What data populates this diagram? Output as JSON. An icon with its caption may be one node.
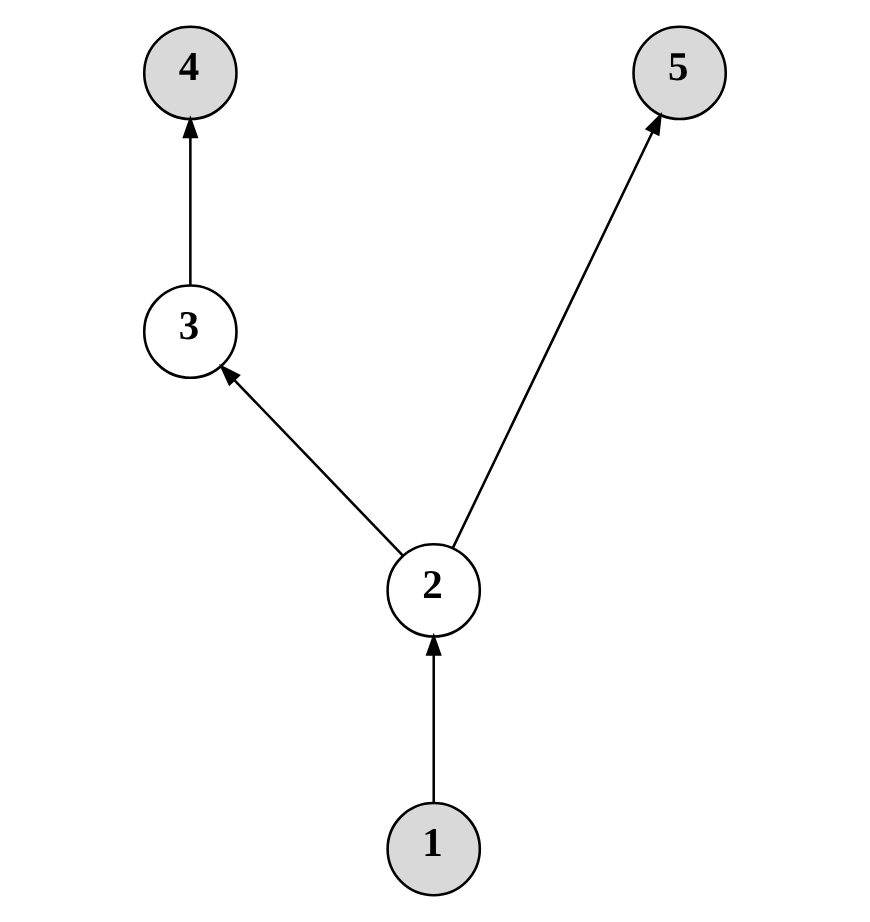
{
  "diagram": {
    "nodes": [
      {
        "text": [
          "4"
        ]
      },
      {
        "text": [
          "5"
        ]
      },
      {
        "text": [
          "3"
        ]
      },
      {
        "text": [
          "2"
        ]
      },
      {
        "text": [
          "1"
        ]
      }
    ],
    "edges": [
      {
        "from": 4,
        "to": 3,
        "arrow": "to"
      },
      {
        "from": 3,
        "to": 2,
        "arrow": "to"
      },
      {
        "from": 2,
        "to": 0,
        "arrow": "to"
      },
      {
        "from": 3,
        "to": 1,
        "arrow": "to"
      }
    ]
  }
}
